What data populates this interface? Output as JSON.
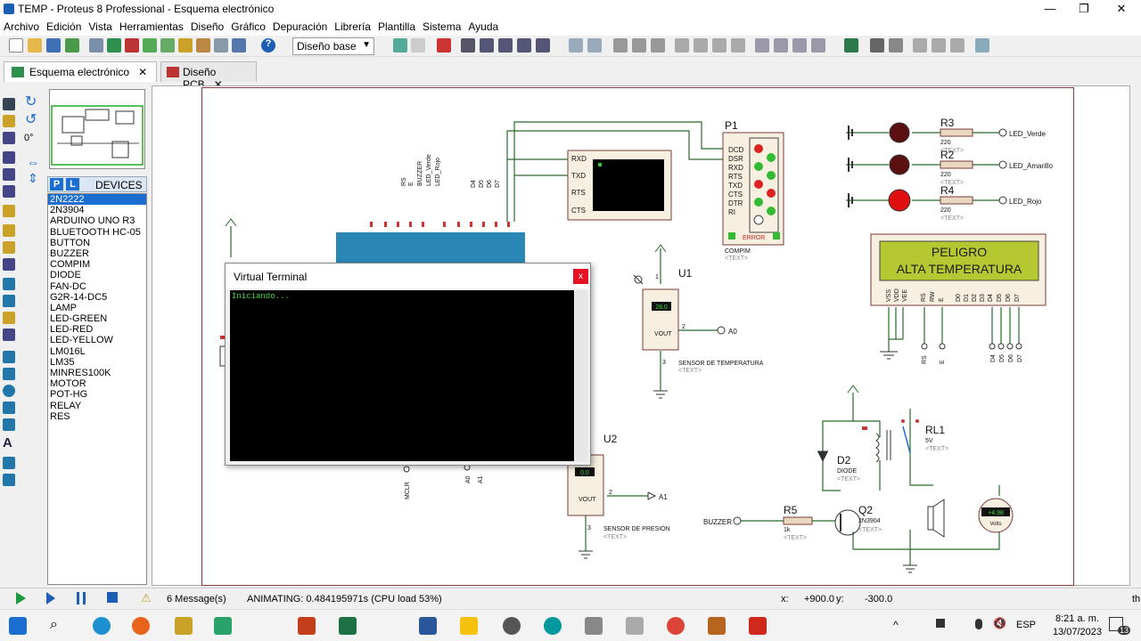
{
  "window": {
    "title": "TEMP - Proteus 8 Professional - Esquema electrónico",
    "min": "—",
    "max": "❐",
    "close": "✕"
  },
  "menu": [
    "Archivo",
    "Edición",
    "Vista",
    "Herramientas",
    "Diseño",
    "Gráfico",
    "Depuración",
    "Librería",
    "Plantilla",
    "Sistema",
    "Ayuda"
  ],
  "toolbar": {
    "design_combo": "Diseño base"
  },
  "tabs": [
    {
      "label": "Esquema electrónico",
      "close": "✕"
    },
    {
      "label": "Diseño PCB",
      "close": "✕"
    }
  ],
  "left_panel": {
    "rotation": "0°",
    "devices_header": "DEVICES",
    "p_button": "P",
    "l_button": "L"
  },
  "devices": [
    "2N2222",
    "2N3904",
    "ARDUINO UNO R3",
    "BLUETOOTH HC-05",
    "BUTTON",
    "BUZZER",
    "COMPIM",
    "DIODE",
    "FAN-DC",
    "G2R-14-DC5",
    "LAMP",
    "LED-GREEN",
    "LED-RED",
    "LED-YELLOW",
    "LM016L",
    "LM35",
    "MINRES100K",
    "MOTOR",
    "POT-HG",
    "RELAY",
    "RES"
  ],
  "schematic": {
    "compim": {
      "ref": "P1",
      "name": "COMPIM",
      "text": "<TEXT>",
      "pins": [
        "DCD",
        "DSR",
        "RXD",
        "RTS",
        "TXD",
        "CTS",
        "DTR",
        "RI"
      ],
      "error": "ERROR"
    },
    "vterm_pins": [
      "RXD",
      "TXD",
      "RTS",
      "CTS"
    ],
    "arduino_labels": [
      "RS",
      "E",
      "BUZZER",
      "LED_Verde",
      "LED_Rojo",
      "D4",
      "D5",
      "D6",
      "D7"
    ],
    "leds": [
      {
        "ref": "R3",
        "value": "220",
        "label": "LED_Verde",
        "text": "<TEXT>"
      },
      {
        "ref": "R2",
        "value": "220",
        "label": "LED_Amarillo",
        "text": "<TEXT>"
      },
      {
        "ref": "R4",
        "value": "220",
        "label": "LED_Rojo",
        "text": "<TEXT>"
      }
    ],
    "lcd": {
      "line1": "PELIGRO",
      "line2": "ALTA TEMPERATURA",
      "pins": [
        "VSS",
        "VDD",
        "VEE",
        "RS",
        "RW",
        "E",
        "D0",
        "D1",
        "D2",
        "D3",
        "D4",
        "D5",
        "D6",
        "D7"
      ],
      "bottom": [
        "RS",
        "E",
        "D4",
        "D5",
        "D6",
        "D7"
      ]
    },
    "u1": {
      "ref": "U1",
      "display": "28.0",
      "pin_label": "VOUT",
      "net": "A0",
      "name": "SENSOR DE TEMPERATURA",
      "text": "<TEXT>",
      "pin1": "1",
      "pin2": "2",
      "pin3": "3"
    },
    "u2": {
      "ref": "U2",
      "display": "0.0",
      "pin_label": "VOUT",
      "net": "A1",
      "name": "SENSOR DE PRESIÓN",
      "text": "<TEXT>",
      "pin2": "2",
      "pin3": "3"
    },
    "relay": {
      "ref": "RL1",
      "value": "5V",
      "text": "<TEXT>"
    },
    "diode": {
      "ref": "D2",
      "name": "DIODE",
      "text": "<TEXT>"
    },
    "transistor": {
      "ref": "Q2",
      "name": "2N3904",
      "text": "<TEXT>"
    },
    "r5": {
      "ref": "R5",
      "value": "1k",
      "text": "<TEXT>"
    },
    "buzzer_label": "BUZZER",
    "voltmeter": {
      "reading": "+4.98",
      "unit": "Volts"
    },
    "mclr": "MCLR",
    "a_pins": [
      "A0",
      "A1"
    ]
  },
  "virtual_terminal": {
    "title": "Virtual Terminal",
    "output": "Iniciando...",
    "close": "x"
  },
  "status": {
    "messages": "6 Message(s)",
    "animating": "ANIMATING: 0.484195971s (CPU load 53%)",
    "x_label": "x:",
    "x_value": "+900.0",
    "y_label": "y:",
    "y_value": "-300.0",
    "th": "th"
  },
  "taskbar": {
    "time": "8:21 a. m.",
    "date": "13/07/2023",
    "lang": "ESP",
    "notif": "13"
  }
}
